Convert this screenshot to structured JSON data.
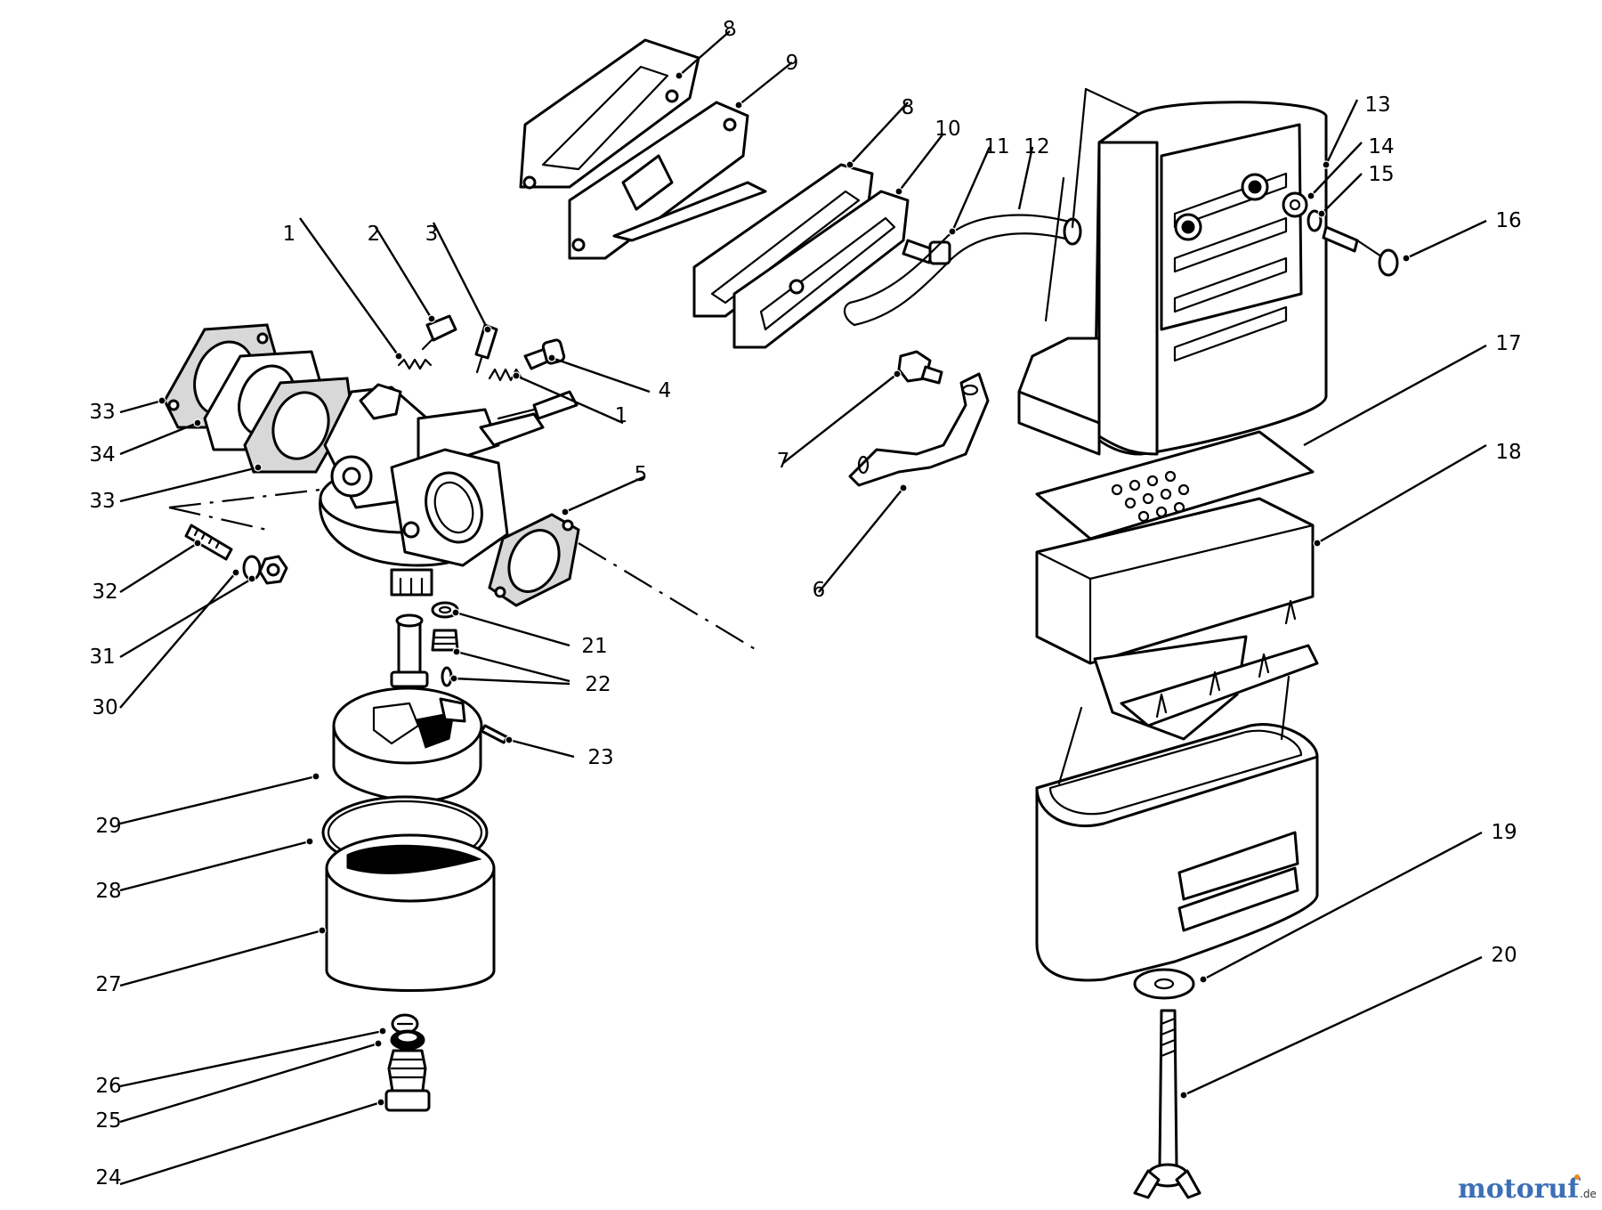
{
  "callouts": [
    {
      "id": "c1a",
      "text": "1"
    },
    {
      "id": "c1b",
      "text": "1"
    },
    {
      "id": "c2",
      "text": "2"
    },
    {
      "id": "c3",
      "text": "3"
    },
    {
      "id": "c4",
      "text": "4"
    },
    {
      "id": "c5",
      "text": "5"
    },
    {
      "id": "c6",
      "text": "6"
    },
    {
      "id": "c7",
      "text": "7"
    },
    {
      "id": "c8a",
      "text": "8"
    },
    {
      "id": "c8b",
      "text": "8"
    },
    {
      "id": "c9",
      "text": "9"
    },
    {
      "id": "c10",
      "text": "10"
    },
    {
      "id": "c11",
      "text": "11"
    },
    {
      "id": "c12",
      "text": "12"
    },
    {
      "id": "c13",
      "text": "13"
    },
    {
      "id": "c14",
      "text": "14"
    },
    {
      "id": "c15",
      "text": "15"
    },
    {
      "id": "c16",
      "text": "16"
    },
    {
      "id": "c17",
      "text": "17"
    },
    {
      "id": "c18",
      "text": "18"
    },
    {
      "id": "c19",
      "text": "19"
    },
    {
      "id": "c20",
      "text": "20"
    },
    {
      "id": "c21",
      "text": "21"
    },
    {
      "id": "c22",
      "text": "22"
    },
    {
      "id": "c23",
      "text": "23"
    },
    {
      "id": "c24",
      "text": "24"
    },
    {
      "id": "c25",
      "text": "25"
    },
    {
      "id": "c26",
      "text": "26"
    },
    {
      "id": "c27",
      "text": "27"
    },
    {
      "id": "c28",
      "text": "28"
    },
    {
      "id": "c29",
      "text": "29"
    },
    {
      "id": "c30",
      "text": "30"
    },
    {
      "id": "c31",
      "text": "31"
    },
    {
      "id": "c32",
      "text": "32"
    },
    {
      "id": "c33a",
      "text": "33"
    },
    {
      "id": "c33b",
      "text": "33"
    },
    {
      "id": "c34",
      "text": "34"
    }
  ],
  "watermark": {
    "brand": "motoruf",
    "tld": ".de",
    "brand_color": "#3b6fb6",
    "accent_color": "#e58b1f"
  }
}
